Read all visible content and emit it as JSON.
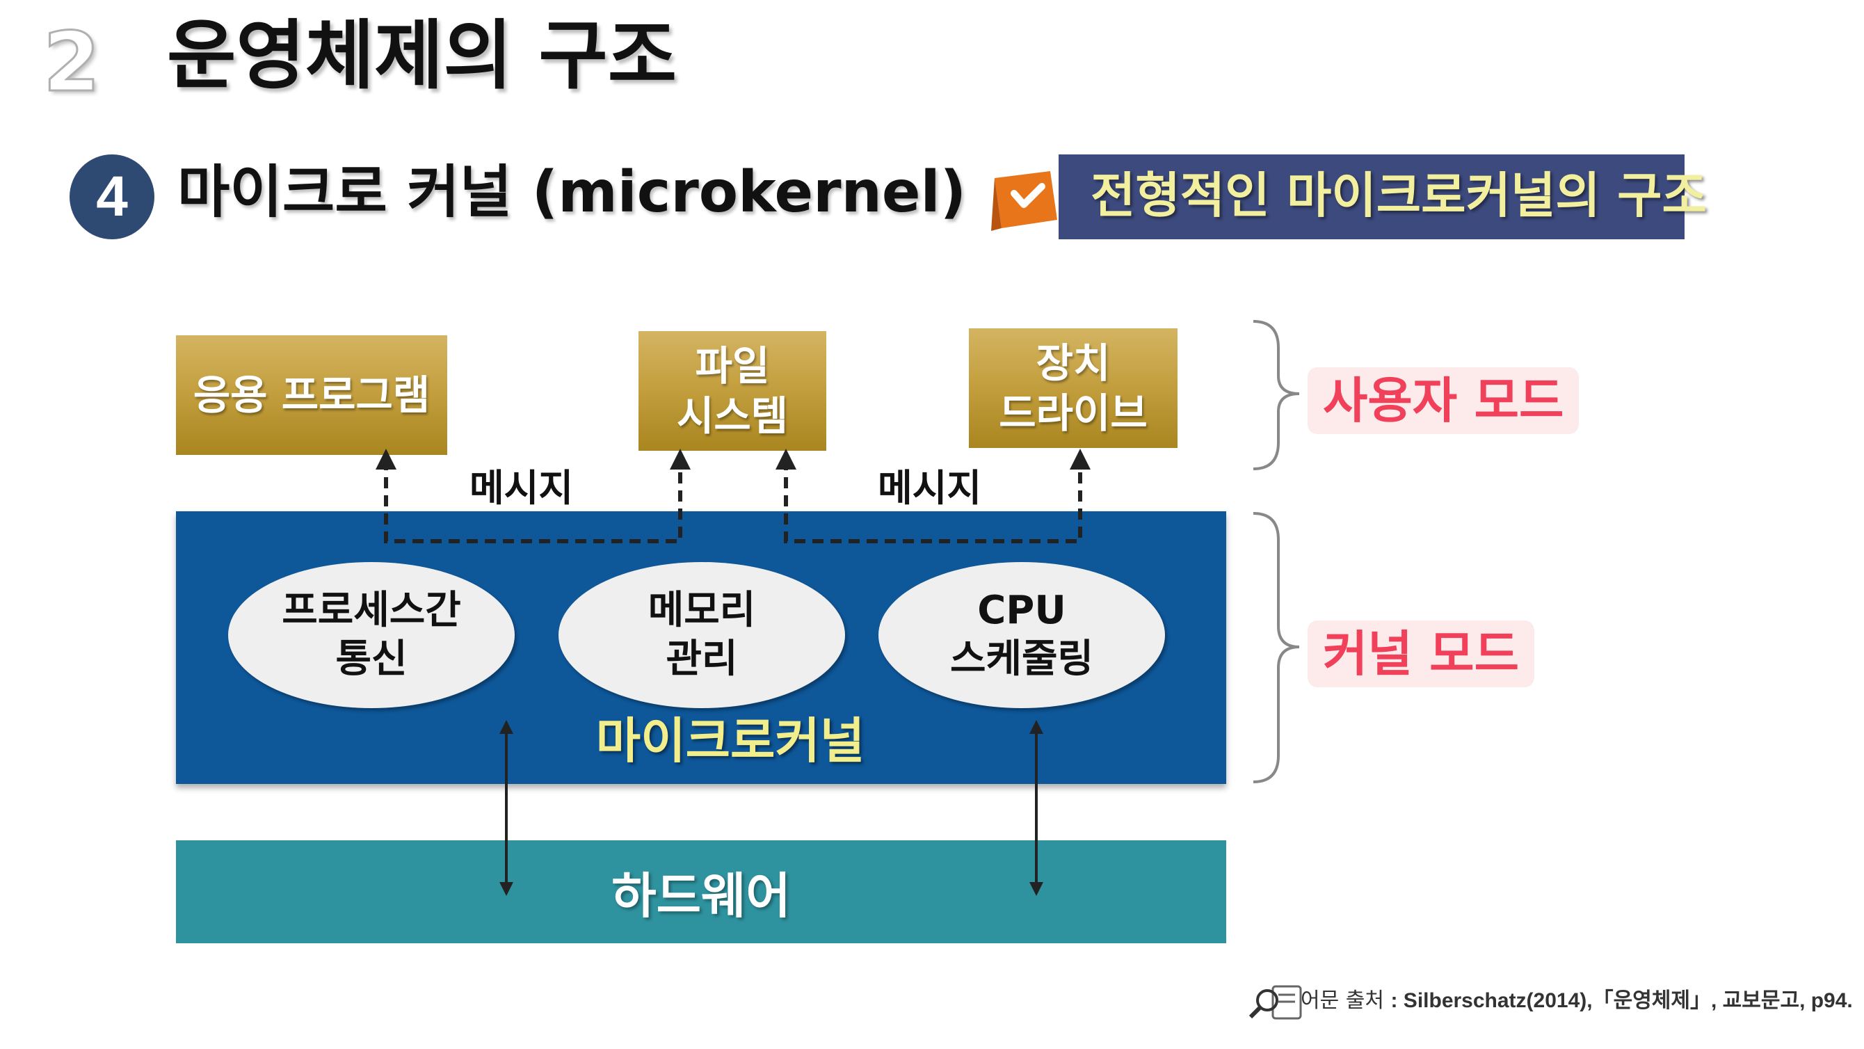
{
  "header": {
    "section_number": "2",
    "title": "운영체제의 구조"
  },
  "subheader": {
    "item_number": "4",
    "title": "마이크로 커널 (microkernel)"
  },
  "banner": {
    "text": "전형적인 마이크로커널의 구조"
  },
  "diagram": {
    "user_boxes": [
      {
        "label": "응용 프로그램"
      },
      {
        "label": "파일\n시스템"
      },
      {
        "label": "장치\n드라이브"
      }
    ],
    "message_labels": [
      "메시지",
      "메시지"
    ],
    "kernel": {
      "label": "마이크로커널",
      "modules": [
        {
          "label": "프로세스간\n통신"
        },
        {
          "label": "메모리\n관리"
        },
        {
          "label": "CPU\n스케줄링"
        }
      ]
    },
    "hardware": {
      "label": "하드웨어"
    },
    "modes": {
      "user": "사용자 모드",
      "kernel": "커널 모드"
    }
  },
  "source": {
    "label": "어문 출처",
    "citation": ": Silberschatz(2014),「운영체제」, 교보문고, p94."
  },
  "colors": {
    "kernel": "#0e5799",
    "hardware": "#2e939f",
    "gold": "#c4a040",
    "banner": "#3d4a7e",
    "mode_text": "#f0405a"
  }
}
